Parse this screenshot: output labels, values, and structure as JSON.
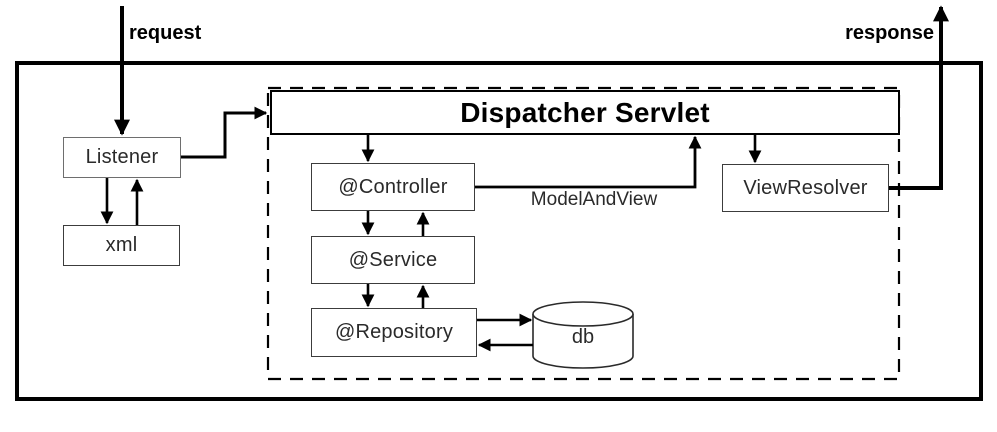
{
  "diagram": {
    "title": "Dispatcher Servlet",
    "flow_labels": {
      "request": "request",
      "response": "response",
      "model_and_view": "ModelAndView"
    },
    "nodes": {
      "listener": {
        "label": "Listener"
      },
      "xml": {
        "label": "xml"
      },
      "dispatcher": {
        "label": "Dispatcher Servlet"
      },
      "controller": {
        "label": "@Controller"
      },
      "service": {
        "label": "@Service"
      },
      "repository": {
        "label": "@Repository"
      },
      "view_resolver": {
        "label": "ViewResolver"
      },
      "db": {
        "label": "db"
      }
    },
    "colors": {
      "line": "#000000",
      "box_border": "#3c3c3c",
      "box_fill": "#ffffff",
      "background": "#ffffff"
    }
  }
}
